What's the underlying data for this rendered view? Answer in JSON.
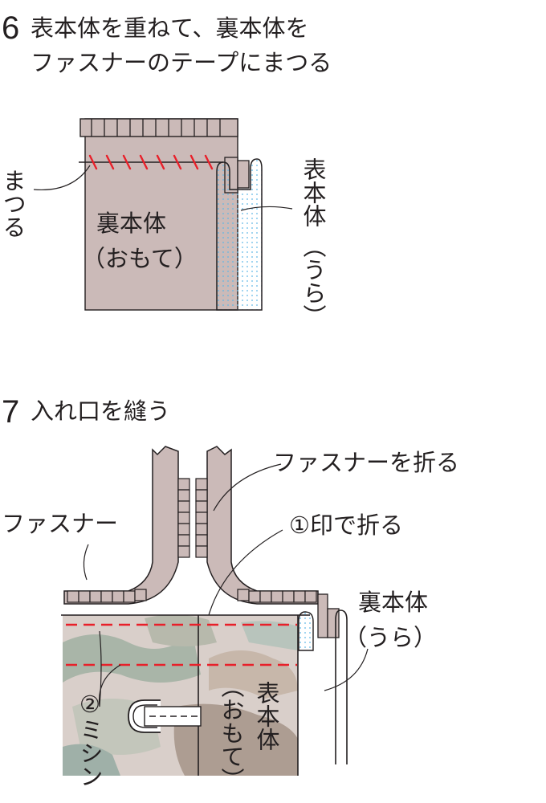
{
  "step6": {
    "number": "6",
    "title_line1": "表本体を重ねて、裏本体を",
    "title_line2": "ファスナーのテープにまつる",
    "label_matsuru": "まつる",
    "label_ura_hontai": "裏本体",
    "label_omote_paren": "（おもて）",
    "label_omote_hontai": "表本体",
    "label_ura_paren": "（うら）"
  },
  "step7": {
    "number": "7",
    "title": "入れ口を縫う",
    "label_fastener_fold": "ファスナーを折る",
    "label_fastener": "ファスナー",
    "label_fold_mark": "①印で折る",
    "label_ura_hontai": "裏本体",
    "label_ura_paren": "（うら）",
    "label_omote_hontai": "表本体",
    "label_omote_paren": "（おもて）",
    "label_sewing": "②ミシン"
  },
  "colors": {
    "fabric_mauve": "#cbbab8",
    "stitch_red": "#e8202a",
    "dot_blue": "#5fb7e5",
    "outline": "#231f20"
  }
}
